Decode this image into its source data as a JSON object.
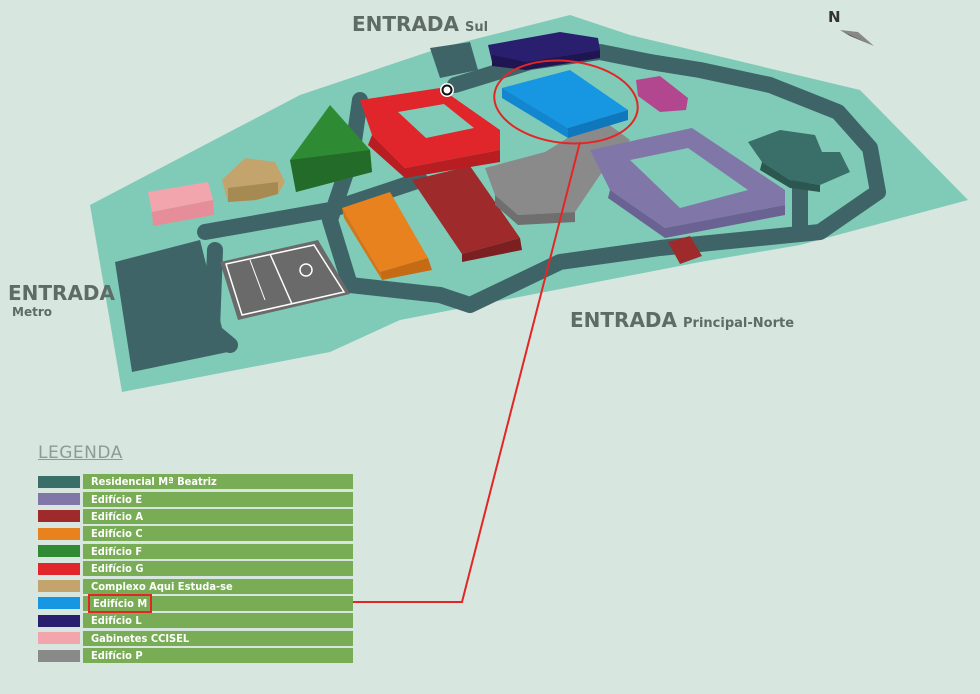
{
  "map": {
    "entrances": [
      {
        "main": "ENTRADA",
        "sub": "Sul"
      },
      {
        "main": "ENTRADA",
        "sub": "Metro"
      },
      {
        "main": "ENTRADA",
        "sub": "Principal-Norte"
      }
    ],
    "north_label": "N",
    "highlight_color": "#e52525"
  },
  "legend": {
    "title": "LEGENDA",
    "items": [
      {
        "label": "Residencial Mª Beatriz",
        "color": "#3a6e68"
      },
      {
        "label": "Edifício E",
        "color": "#8077a8"
      },
      {
        "label": "Edifício A",
        "color": "#9e2a2b"
      },
      {
        "label": "Edifício C",
        "color": "#e8821e"
      },
      {
        "label": "Edifício F",
        "color": "#2f8a34"
      },
      {
        "label": "Edifício G",
        "color": "#e0262a"
      },
      {
        "label": "Complexo Aqui Estuda-se",
        "color": "#c2a46c"
      },
      {
        "label": "Edifício M",
        "color": "#1796e2"
      },
      {
        "label": "Edifício L",
        "color": "#2a1e6e"
      },
      {
        "label": "Gabinetes CCISEL",
        "color": "#f3a5ae"
      },
      {
        "label": "Edifício P",
        "color": "#8a8a8a"
      }
    ],
    "highlighted_item": "Edifício M"
  }
}
